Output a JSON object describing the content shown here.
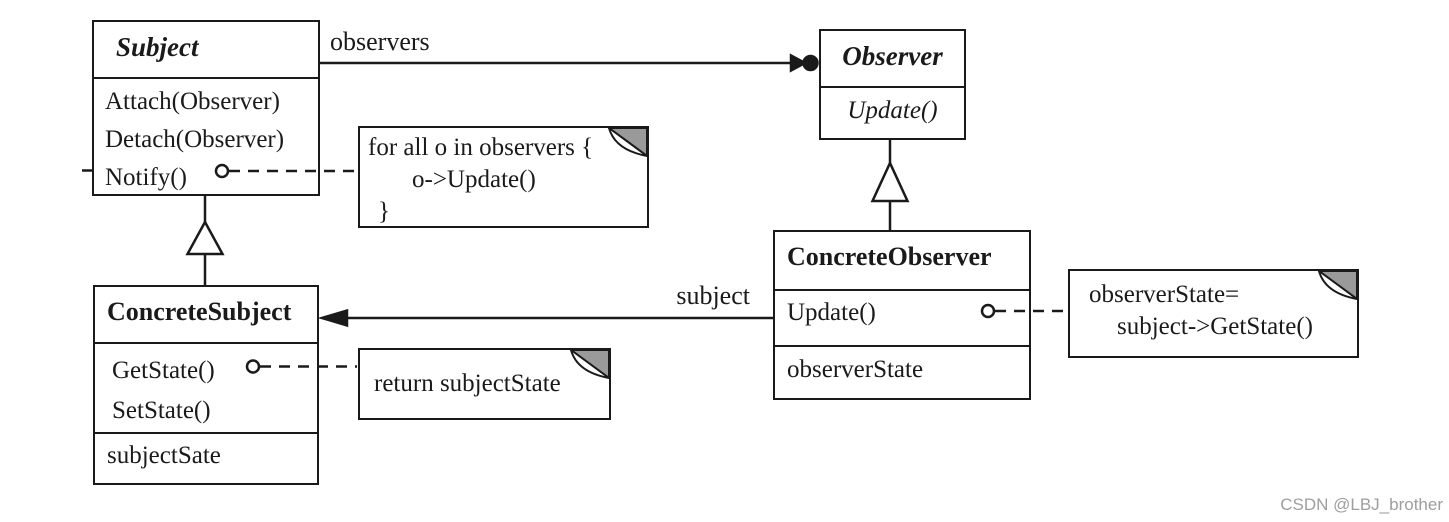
{
  "diagram": {
    "title_semantic": "Observer design pattern UML class diagram",
    "classes": {
      "subject": {
        "name": "Subject",
        "abstract": true,
        "methods": [
          "Attach(Observer)",
          "Detach(Observer)",
          "Notify()"
        ]
      },
      "observer": {
        "name": "Observer",
        "abstract": true,
        "methods": [
          "Update()"
        ]
      },
      "concrete_subject": {
        "name": "ConcreteSubject",
        "methods": [
          "GetState()",
          "SetState()"
        ],
        "attributes": [
          "subjectSate"
        ]
      },
      "concrete_observer": {
        "name": "ConcreteObserver",
        "methods": [
          "Update()"
        ],
        "attributes": [
          "observerState"
        ]
      }
    },
    "associations": {
      "observers_label": "observers",
      "subject_label": "subject"
    },
    "notes": {
      "notify_note": {
        "lines": [
          "for all o in observers {",
          "o->Update()",
          "}"
        ]
      },
      "getstate_note": {
        "lines": [
          "return subjectState"
        ]
      },
      "update_note": {
        "lines": [
          "observerState=",
          "subject->GetState()"
        ]
      }
    },
    "colors": {
      "line": "#1a1a1a",
      "note_fold": "#9a9a9a",
      "watermark": "#9e9e9e",
      "background": "#ffffff"
    }
  },
  "watermark": "CSDN @LBJ_brother"
}
